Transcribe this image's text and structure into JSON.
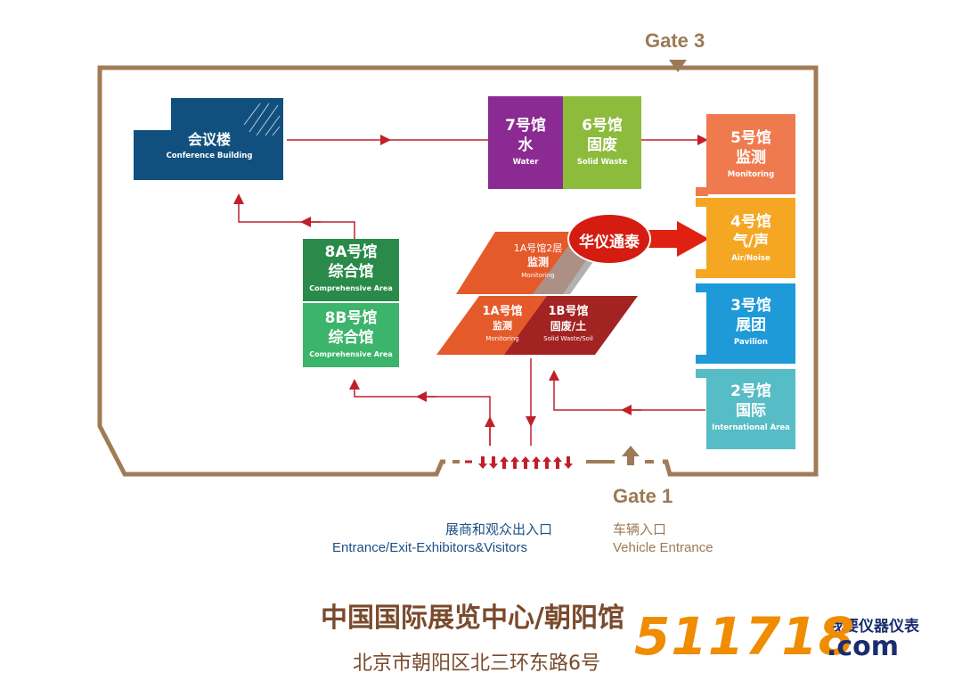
{
  "gates": {
    "gate3": "Gate 3",
    "gate1": "Gate 1"
  },
  "halls": {
    "conference": {
      "cn": "会议楼",
      "en": "Conference Building"
    },
    "h7": {
      "cn1": "7号馆",
      "cn2": "水",
      "en": "Water"
    },
    "h6": {
      "cn1": "6号馆",
      "cn2": "固废",
      "en": "Solid Waste"
    },
    "h5": {
      "cn1": "5号馆",
      "cn2": "监测",
      "en": "Monitoring"
    },
    "h4": {
      "cn1": "4号馆",
      "cn2": "气/声",
      "en": "Air/Noise"
    },
    "h3": {
      "cn1": "3号馆",
      "cn2": "展团",
      "en": "Pavilion"
    },
    "h2": {
      "cn1": "2号馆",
      "cn2": "国际",
      "en": "International Area"
    },
    "h8a": {
      "cn1": "8A号馆",
      "cn2": "综合馆",
      "en": "Comprehensive Area"
    },
    "h8b": {
      "cn1": "8B号馆",
      "cn2": "综合馆",
      "en": "Comprehensive Area"
    },
    "h1a2": {
      "cn1": "1A号馆2层",
      "cn2": "监测",
      "en": "Monitoring"
    },
    "h1a": {
      "cn1": "1A号馆",
      "cn2": "监测",
      "en": "Monitoring"
    },
    "h1b": {
      "cn1": "1B号馆",
      "cn2": "固废/土",
      "en": "Solid Waste/Soil"
    }
  },
  "highlight": {
    "label": "华仪通泰"
  },
  "legend": {
    "visitors_cn": "展商和观众出入口",
    "visitors_en": "Entrance/Exit-Exhibitors&Visitors",
    "vehicle_cn": "车辆入口",
    "vehicle_en": "Vehicle Entrance"
  },
  "venue": {
    "title": "中国国际展览中心/朝阳馆",
    "address": "北京市朝阳区北三环东路6号"
  },
  "watermark": {
    "cn": "我要仪器仪表",
    "digits": "511718",
    "suffix": ".com"
  },
  "colors": {
    "wall": "#a07c56",
    "route": "#c0202a",
    "conference": "#11507e",
    "h7": "#8b2a92",
    "h6": "#8dbb3c",
    "h5": "#ef7a4e",
    "h4": "#f5a623",
    "h3": "#1e9ad8",
    "h2": "#56bcc5",
    "h8a": "#2a8a4a",
    "h8b": "#3cb46c",
    "h1a": "#e55a2b",
    "h1b": "#a32222",
    "watermark": "#f08c00"
  }
}
